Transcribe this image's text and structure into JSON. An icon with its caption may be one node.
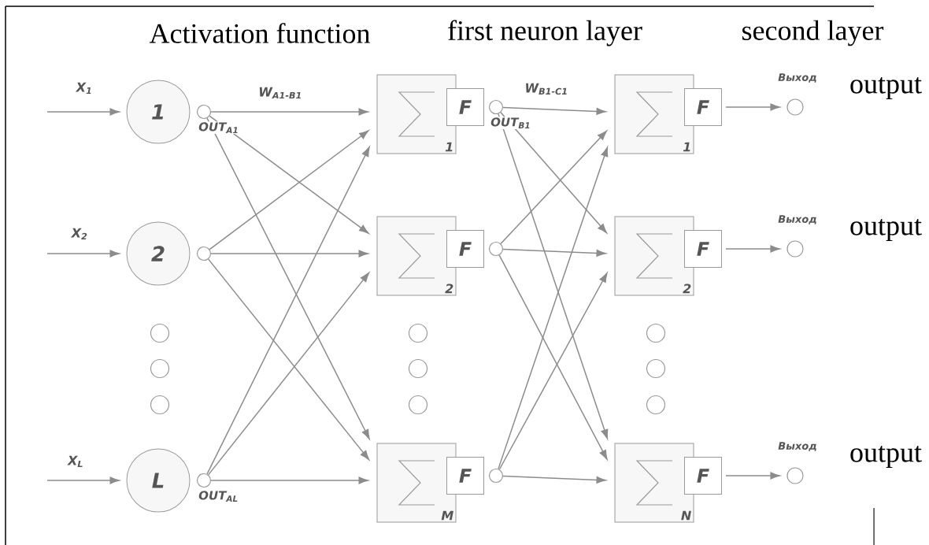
{
  "diagram": {
    "nodes": [
      {
        "text": [
          "1"
        ]
      },
      {
        "text": [
          "2"
        ]
      },
      {
        "text": [
          "L"
        ]
      },
      {
        "text": [],
        "shape": "circle",
        "beside": [
          "OUT$_{A1}$"
        ]
      },
      {
        "text": [],
        "shape": "circle"
      },
      {
        "text": [],
        "shape": "circle",
        "beside": [
          "OUT$_{AL}$"
        ]
      },
      {
        "text": [
          "1"
        ]
      },
      {
        "text": [
          "2"
        ]
      },
      {
        "text": [
          "M"
        ]
      },
      {
        "text": [
          "F"
        ]
      },
      {
        "text": [
          "F"
        ]
      },
      {
        "text": [
          "F"
        ]
      },
      {
        "text": [],
        "shape": "circle",
        "beside": [
          "OUT$_{B1}$"
        ]
      },
      {
        "text": [],
        "shape": "circle"
      },
      {
        "text": [],
        "shape": "circle"
      },
      {
        "text": [
          "1"
        ]
      },
      {
        "text": [
          "2"
        ]
      },
      {
        "text": [
          "N"
        ]
      },
      {
        "text": [
          "F"
        ]
      },
      {
        "text": [
          "F"
        ]
      },
      {
        "text": [
          "F"
        ]
      },
      {
        "text": [],
        "shape": "circle",
        "beside": [
          "Выход",
          "output"
        ]
      },
      {
        "text": [],
        "shape": "circle",
        "beside": [
          "Выход",
          "output"
        ]
      },
      {
        "text": [],
        "shape": "circle",
        "beside": [
          "Выход",
          "output"
        ]
      },
      {
        "text": [],
        "shape": "circle"
      },
      {
        "text": [],
        "shape": "circle"
      },
      {
        "text": [],
        "shape": "circle"
      },
      {
        "text": [],
        "shape": "circle"
      },
      {
        "text": [],
        "shape": "circle"
      },
      {
        "text": [],
        "shape": "circle"
      },
      {
        "text": [],
        "shape": "circle"
      },
      {
        "text": [],
        "shape": "circle"
      },
      {
        "text": [],
        "shape": "circle"
      }
    ],
    "edges": [
      {
        "from": null,
        "to": 0,
        "arrow": "to",
        "label": "X$_{1}$"
      },
      {
        "from": null,
        "to": 1,
        "arrow": "to",
        "label": "X$_{2}$"
      },
      {
        "from": null,
        "to": 2,
        "arrow": "to",
        "label": "X$_{L}$"
      },
      {
        "from": 3,
        "to": 6,
        "arrow": "to",
        "label": "W$_{A1-B1}$"
      },
      {
        "from": 3,
        "to": 7,
        "arrow": "to"
      },
      {
        "from": 3,
        "to": 8,
        "arrow": "to"
      },
      {
        "from": 4,
        "to": 6,
        "arrow": "to"
      },
      {
        "from": 4,
        "to": 7,
        "arrow": "to"
      },
      {
        "from": 4,
        "to": 8,
        "arrow": "to"
      },
      {
        "from": 5,
        "to": 6,
        "arrow": "to"
      },
      {
        "from": 5,
        "to": 7,
        "arrow": "to"
      },
      {
        "from": 5,
        "to": 8,
        "arrow": "to"
      },
      {
        "from": 12,
        "to": 15,
        "arrow": "to",
        "label": "W$_{B1-C1}$"
      },
      {
        "from": 12,
        "to": 16,
        "arrow": "to"
      },
      {
        "from": 12,
        "to": 17,
        "arrow": "to"
      },
      {
        "from": 13,
        "to": 15,
        "arrow": "to"
      },
      {
        "from": 13,
        "to": 16,
        "arrow": "to"
      },
      {
        "from": 13,
        "to": 17,
        "arrow": "to"
      },
      {
        "from": 14,
        "to": 15,
        "arrow": "to"
      },
      {
        "from": 14,
        "to": 16,
        "arrow": "to"
      },
      {
        "from": 14,
        "to": 17,
        "arrow": "to"
      },
      {
        "from": 18,
        "to": 21,
        "arrow": "to"
      },
      {
        "from": 19,
        "to": 22,
        "arrow": "to"
      },
      {
        "from": 20,
        "to": 23,
        "arrow": "to"
      }
    ],
    "labels": [
      "Activation function",
      "first neuron layer",
      "second layer"
    ]
  }
}
